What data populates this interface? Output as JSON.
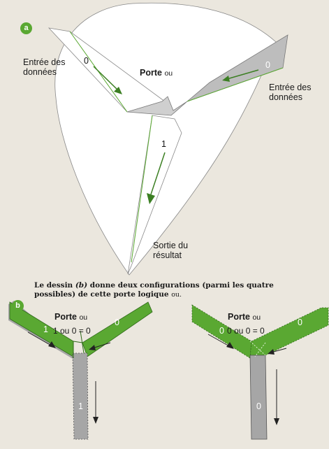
{
  "panel_a": {
    "badge": "a",
    "input_left": "Entrée des données",
    "input_right": "Entrée des données",
    "gate_title": "Porte",
    "gate_title_suffix": "ou",
    "output_label": "Sortie du résultat",
    "left_value": "0",
    "right_value": "0",
    "output_value": "1"
  },
  "caption": {
    "text_before": "Le dessin",
    "text_em": "(b)",
    "text_after": "donne deux configurations (parmi les quatre possibles) de cette porte logique",
    "text_sc": "ou."
  },
  "panel_b": {
    "badge": "b",
    "left_example": {
      "title": "Porte",
      "title_suffix": "ou",
      "equation": "1 ou 0 = 0",
      "left_value": "1",
      "right_value": "0",
      "output_value": "1"
    },
    "right_example": {
      "title": "Porte",
      "title_suffix": "ou",
      "equation": "0 ou 0 = 0",
      "left_value": "0",
      "right_value": "0",
      "output_value": "0"
    }
  },
  "colors": {
    "green": "#5aa832",
    "dark_green": "#3c7f23",
    "gray": "#a6a6a6",
    "background": "#ebe7de"
  }
}
